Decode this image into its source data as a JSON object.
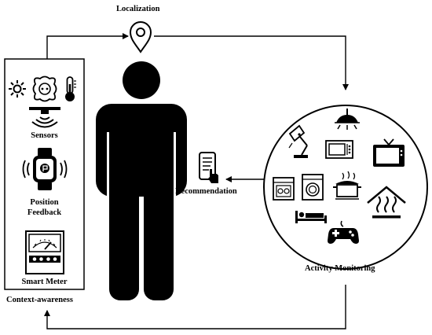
{
  "labels": {
    "localization": "Localization",
    "sensors": "Sensors",
    "position_feedback_line1": "Position",
    "position_feedback_line2": "Feedback",
    "smart_meter": "Smart Meter",
    "context_awareness": "Context-awareness",
    "recommendation": "Recommendation",
    "activity_monitoring": "Activity Monitoring"
  },
  "colors": {
    "ink": "#000000",
    "background": "#ffffff"
  },
  "icons": {
    "sensor_row": [
      "sun-icon",
      "socket-icon",
      "thermometer-icon"
    ],
    "sensor": "sensor-waves-icon",
    "feedback": "smartwatch-icon",
    "meter": "smart-meter-icon",
    "localization": "location-pin-icon",
    "person": "person-icon",
    "recommendation": "phone-tap-icon",
    "activities": [
      "lamp-icon",
      "ceiling-light-icon",
      "microwave-icon",
      "tv-icon",
      "dishwasher-icon",
      "washing-machine-icon",
      "cooking-pot-icon",
      "house-heating-icon",
      "bed-icon",
      "gamepad-icon"
    ]
  }
}
